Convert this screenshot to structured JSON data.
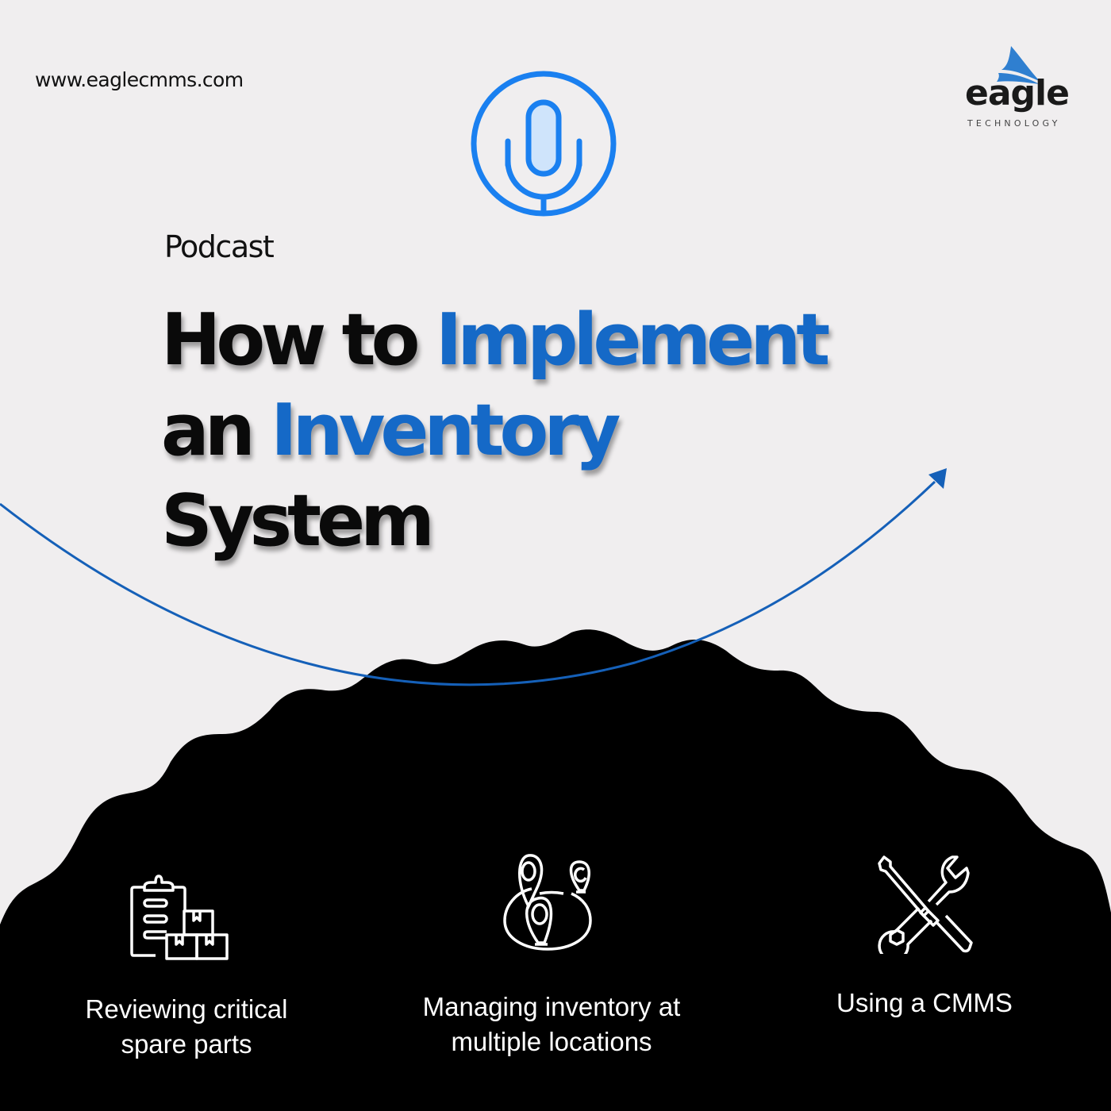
{
  "header": {
    "website": "www.eaglecmms.com",
    "logo": {
      "word": "eagle",
      "subtitle": "TECHNOLOGY",
      "icon": "eagle-wing-icon",
      "color": "#2f7fd0"
    },
    "mic_icon": "microphone-icon"
  },
  "hero": {
    "kicker": "Podcast",
    "title": {
      "line1_a": "How to ",
      "line1_b": "Implement",
      "line2_a": "an ",
      "line2_b": "Inventory",
      "line3": "System"
    },
    "accent_color": "#1569c7"
  },
  "features": [
    {
      "icon": "clipboard-boxes-icon",
      "label_line1": "Reviewing critical",
      "label_line2": "spare parts"
    },
    {
      "icon": "map-pins-icon",
      "label_line1": "Managing inventory at",
      "label_line2": "multiple locations"
    },
    {
      "icon": "wrench-screwdriver-icon",
      "label_line1": "Using a CMMS",
      "label_line2": ""
    }
  ]
}
